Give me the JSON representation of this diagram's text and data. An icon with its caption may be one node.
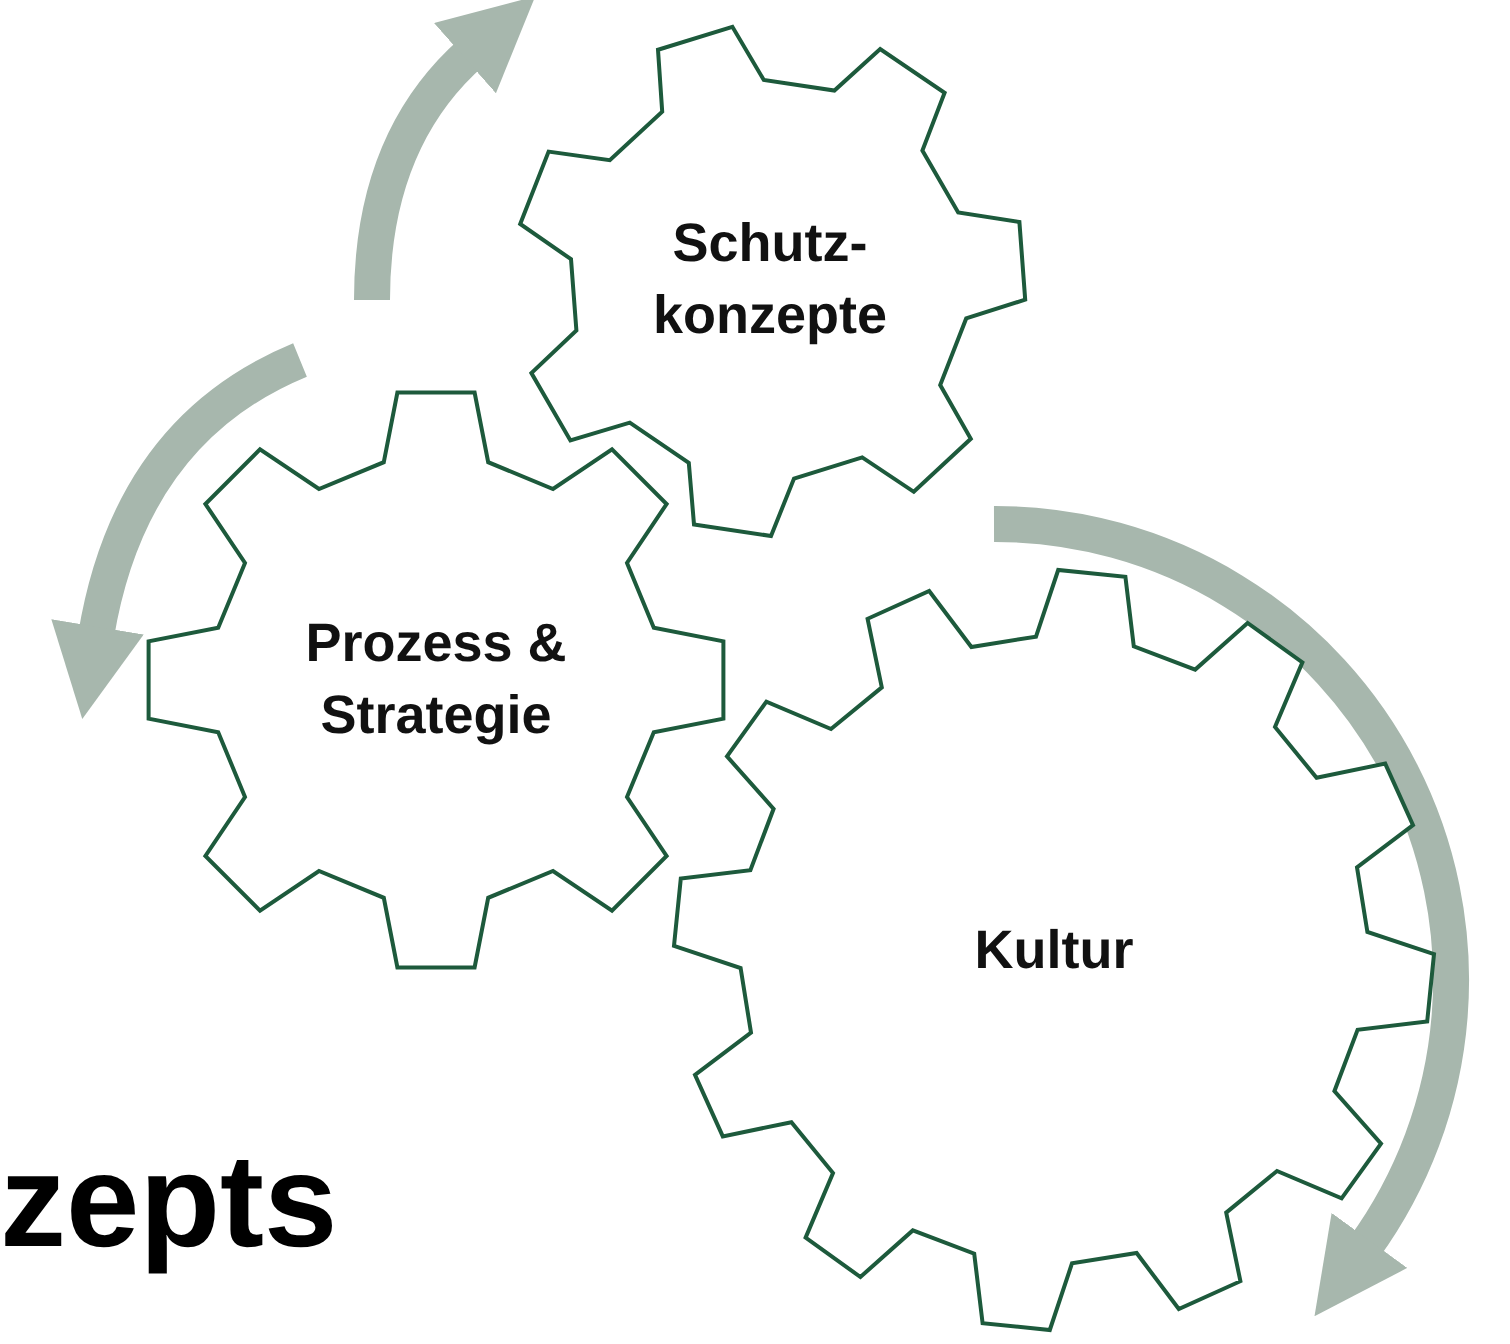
{
  "diagram": {
    "nodes": [
      {
        "text": [
          "Schutz- konzepte"
        ]
      },
      {
        "text": [
          "Prozess & Strategie"
        ]
      },
      {
        "text": [
          "Kultur"
        ]
      }
    ],
    "labels": [
      "zepts"
    ]
  }
}
